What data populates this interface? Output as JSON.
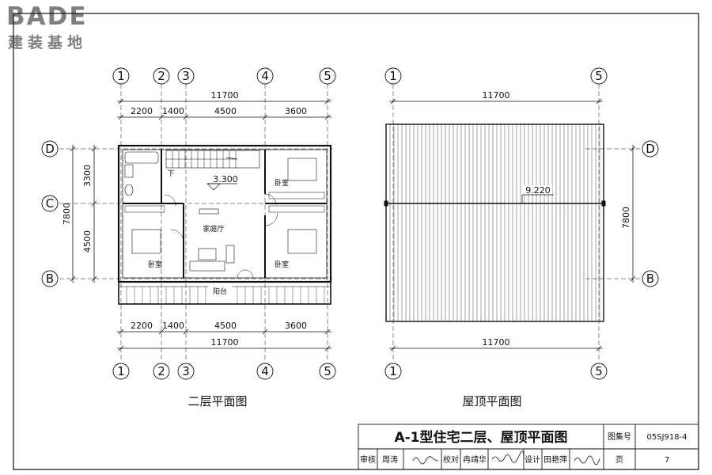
{
  "logo": {
    "brand": "BADE",
    "tagline": "建装基地"
  },
  "plan_left": {
    "axis_top": [
      "1",
      "2",
      "3",
      "4",
      "5"
    ],
    "axis_side": [
      "D",
      "C",
      "B"
    ],
    "total_width": "11700",
    "bay_widths": [
      "2200",
      "1400",
      "4500",
      "3600"
    ],
    "side_dims": [
      "3300",
      "7800",
      "4500"
    ],
    "elevation": "3.300",
    "stair_mark": "下",
    "rooms": {
      "family_hall": "家庭厅",
      "bedroom": "卧室",
      "balcony": "阳台"
    },
    "caption": "二层平面图"
  },
  "plan_right": {
    "axis_top": [
      "1",
      "5"
    ],
    "axis_side": [
      "D",
      "B"
    ],
    "total_width": "11700",
    "side_dim": "7800",
    "ridge_elevation": "9.220",
    "caption": "屋顶平面图"
  },
  "title_block": {
    "drawing_title": "A-1型住宅二层、屋顶平面图",
    "atlas_label": "图集号",
    "atlas_no": "05SJ918-4",
    "review_label": "审核",
    "review_name": "周涛",
    "check_label": "校对",
    "check_name": "冉靖华",
    "design_label": "设计",
    "design_name": "田艳萍",
    "page_label": "页",
    "page_no": "7"
  }
}
